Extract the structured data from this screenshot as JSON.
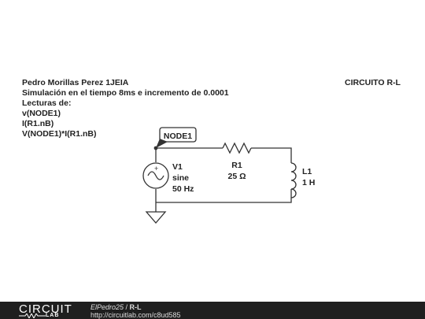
{
  "header": {
    "notes": [
      "Pedro Morillas Perez 1JEIA",
      "Simulación en el tiempo 8ms e incremento de 0.0001",
      "Lecturas de:",
      "v(NODE1)",
      "I(R1.nB)",
      "V(NODE1)*I(R1.nB)"
    ],
    "title": "CIRCUITO R-L"
  },
  "circuit": {
    "node_label": "NODE1",
    "source": {
      "name": "V1",
      "type": "sine",
      "freq": "50 Hz"
    },
    "resistor": {
      "name": "R1",
      "value": "25 Ω"
    },
    "inductor": {
      "name": "L1",
      "value": "1 H"
    }
  },
  "footer": {
    "brand": "CIRCUIT",
    "brand_sub": "LAB",
    "author": "ElPedro25",
    "separator": " / ",
    "project": "R-L",
    "url": "http://circuitlab.com/c8ud585"
  }
}
